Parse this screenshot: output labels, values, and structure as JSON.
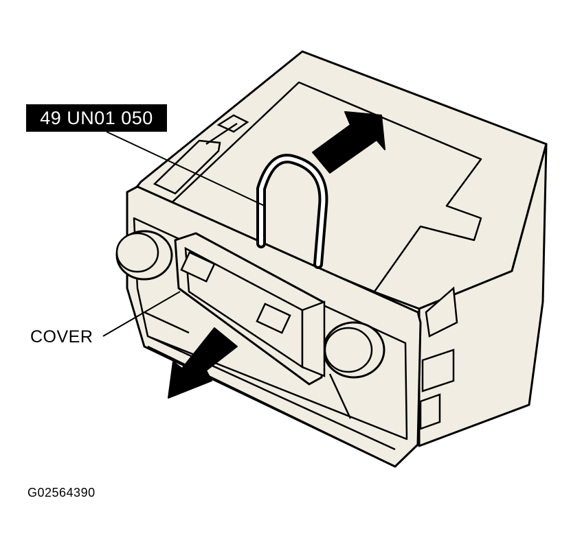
{
  "callouts": {
    "tool_number": "49 UN01 050",
    "part_label": "COVER"
  },
  "figure_id": "G02564390",
  "colors": {
    "unit_fill": "#f1ede2",
    "line": "#000000",
    "arrow": "#000000"
  },
  "icons": {
    "arrow_up": "arrow-up-right-icon",
    "arrow_down": "arrow-down-left-icon"
  }
}
